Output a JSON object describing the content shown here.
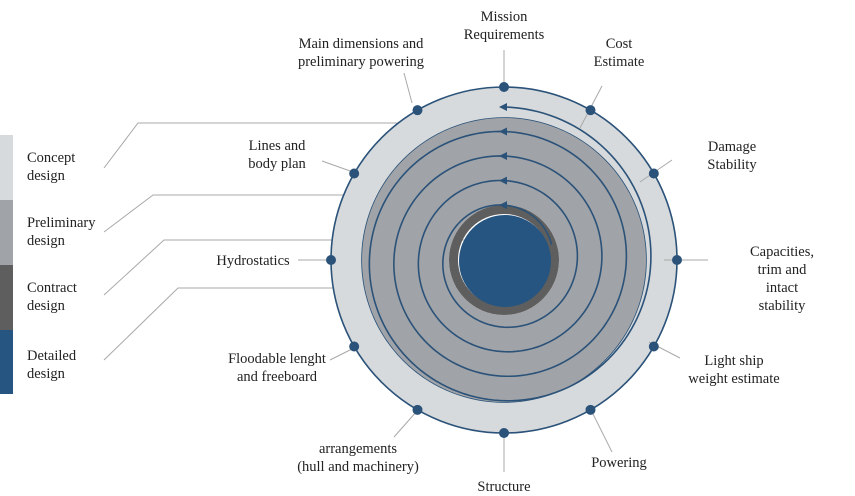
{
  "colors": {
    "concept": "#d6dadc",
    "preliminary": "#a0a3a7",
    "contract": "#5e5e5e",
    "detailed": "#255580",
    "stroke": "#2b5279",
    "connector": "#a9a9a9"
  },
  "legend": [
    {
      "label": "Concept\ndesign",
      "color": "#d6dadc"
    },
    {
      "label": "Preliminary\ndesign",
      "color": "#a0a3a7"
    },
    {
      "label": "Contract\ndesign",
      "color": "#5e5e5e"
    },
    {
      "label": "Detailed\ndesign",
      "color": "#255580"
    }
  ],
  "steps": [
    {
      "label": "Mission\nRequirements"
    },
    {
      "label": "Cost\nEstimate"
    },
    {
      "label": "Damage\nStability"
    },
    {
      "label": "Capacities, trim and\nintact stability"
    },
    {
      "label": "Light ship\nweight estimate"
    },
    {
      "label": "Powering"
    },
    {
      "label": "Structure"
    },
    {
      "label": "arrangements\n(hull and machinery)"
    },
    {
      "label": "Floodable lenght\nand freeboard"
    },
    {
      "label": "Hydrostatics"
    },
    {
      "label": "Lines and\nbody plan"
    },
    {
      "label": "Main dimensions and\npreliminary powering"
    }
  ]
}
